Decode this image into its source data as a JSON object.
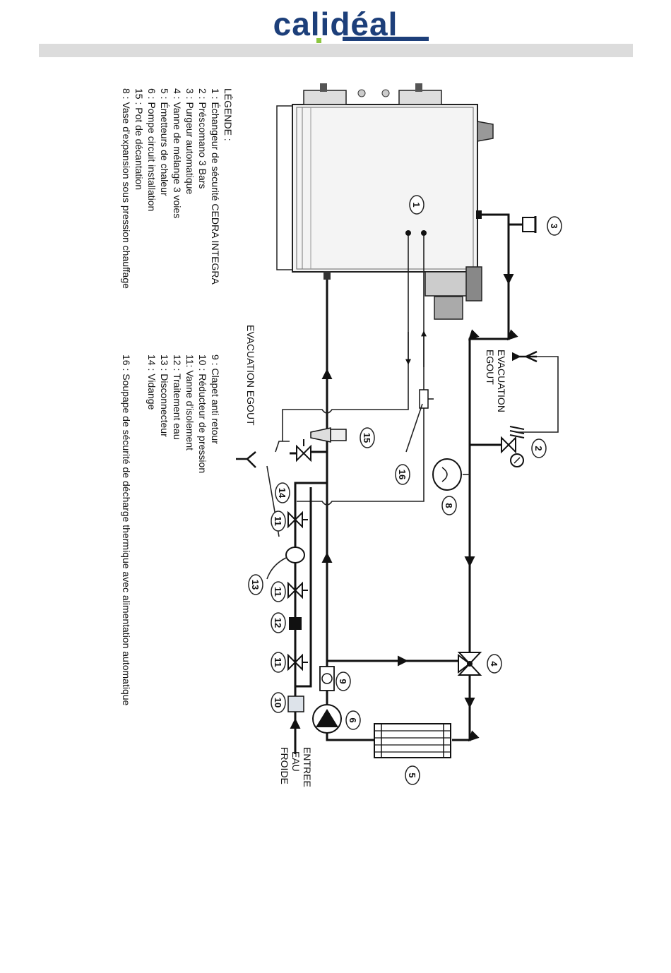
{
  "brand": {
    "logo_text": "calidéal",
    "brand_color": "#1d3f7a",
    "dot_color": "#8cc63f"
  },
  "legend": {
    "title": "LÉGENDE :",
    "items": [
      "1 : Échangeur de sécurité CEDRA INTEGRA",
      "2 : Préscomano 3 Bars",
      "3 : Purgeur automatique",
      "4 : Vanne de mélange 3 voies",
      "5 : Émetteurs de chaleur",
      "6 : Pompe circuit installation",
      "15 : Pot de décantation",
      "8 : Vase d'expansion sous pression chauffage"
    ],
    "items2": [
      "9 : Clapet anti retour",
      "10 : Réducteur de pression",
      "11: Vanne d'isolement",
      "12 : Traitement eau",
      "13 : Disconnecteur",
      "14 : Vidange",
      "16 : Soupape de sécurité de décharge thermique avec alimentation automatique"
    ]
  },
  "labels": {
    "evac_top_1": "EVACUATION",
    "evac_top_2": "EGOUT",
    "evac_left": "EVACUATION EGOUT",
    "entree_1": "ENTREE",
    "entree_2": "EAU",
    "entree_3": "FROIDE"
  },
  "callouts": {
    "n1": "1",
    "n2": "2",
    "n3": "3",
    "n4": "4",
    "n5": "5",
    "n6": "6",
    "n8": "8",
    "n9": "9",
    "n10": "10",
    "n11a": "11",
    "n11b": "11",
    "n11c": "11",
    "n12": "12",
    "n13": "13",
    "n14": "14",
    "n15": "15",
    "n16": "16"
  }
}
